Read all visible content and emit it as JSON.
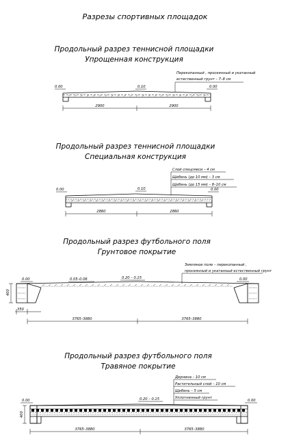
{
  "title": "Разрезы спортивных площадок",
  "sections": [
    {
      "title1": "Продольный разрез теннисной площадки",
      "title2": "Упрощенная конструкция",
      "notes": [
        "Перекопанный , просеянный и укатанный",
        "естественный грунт – 7–8 см"
      ],
      "mark_left": "0.00",
      "mark_mid": "0.10",
      "mark_right": "0.00",
      "dim_left": "2900",
      "dim_right": "2900"
    },
    {
      "title1": "Продольный разрез теннисной площадки",
      "title2": "Специальная конструкция",
      "notes": [
        "Слой спецсмеси – 4 см",
        "Щебень (до 10 мм) – 3 см",
        "Щебень (до 15 мм) – 8–10 см"
      ],
      "mark_left": "0.00",
      "mark_mid": "0.10",
      "mark_right": "0.00",
      "dim_left": "2860",
      "dim_right": "2860"
    },
    {
      "title1": "Продольный разрез футбольного поля",
      "title2": "Грунтовое покрытие",
      "notes": [
        "Земляное поле – перекопанный ,",
        "просеянный и укатанный естественный грунт"
      ],
      "mark_left": "0.00",
      "slope_left": "0.05–0.06",
      "slope_mid": "0.20 – 0.15",
      "mark_right": "0.00",
      "depth": "400",
      "foot": "350",
      "dim_left": "3765–3880",
      "dim_right": "3765–3880"
    },
    {
      "title1": "Продольный разрез футбольного поля",
      "title2": "Травяное покрытие",
      "notes": [
        "Дернина – 10 см",
        "Растительный слой – 10 см",
        "Щебень – 5 см",
        "Уплотненный грунт"
      ],
      "mark_left": "0.00",
      "slope_mid": "0.20 – 0.15",
      "mark_right": "0.00",
      "depth": "400",
      "dim_left": "3765–3880",
      "dim_right": "3765–3880"
    }
  ]
}
